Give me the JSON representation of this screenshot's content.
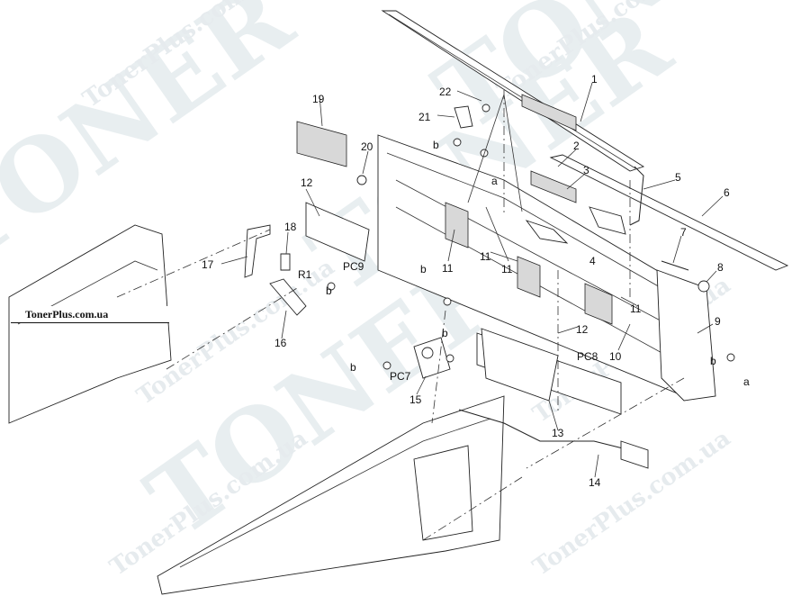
{
  "watermark": {
    "brand": "TONER",
    "site": "TonerPlus.com.ua"
  },
  "caption": "TonerPlus.com.ua",
  "callouts": [
    "1",
    "2",
    "3",
    "4",
    "5",
    "6",
    "7",
    "8",
    "9",
    "10",
    "11",
    "11",
    "11",
    "11",
    "12",
    "12",
    "13",
    "14",
    "15",
    "16",
    "17",
    "18",
    "19",
    "20",
    "21",
    "22",
    "a",
    "a",
    "b",
    "b",
    "b",
    "b",
    "b",
    "b",
    "PC7",
    "PC8",
    "PC9",
    "R1"
  ]
}
